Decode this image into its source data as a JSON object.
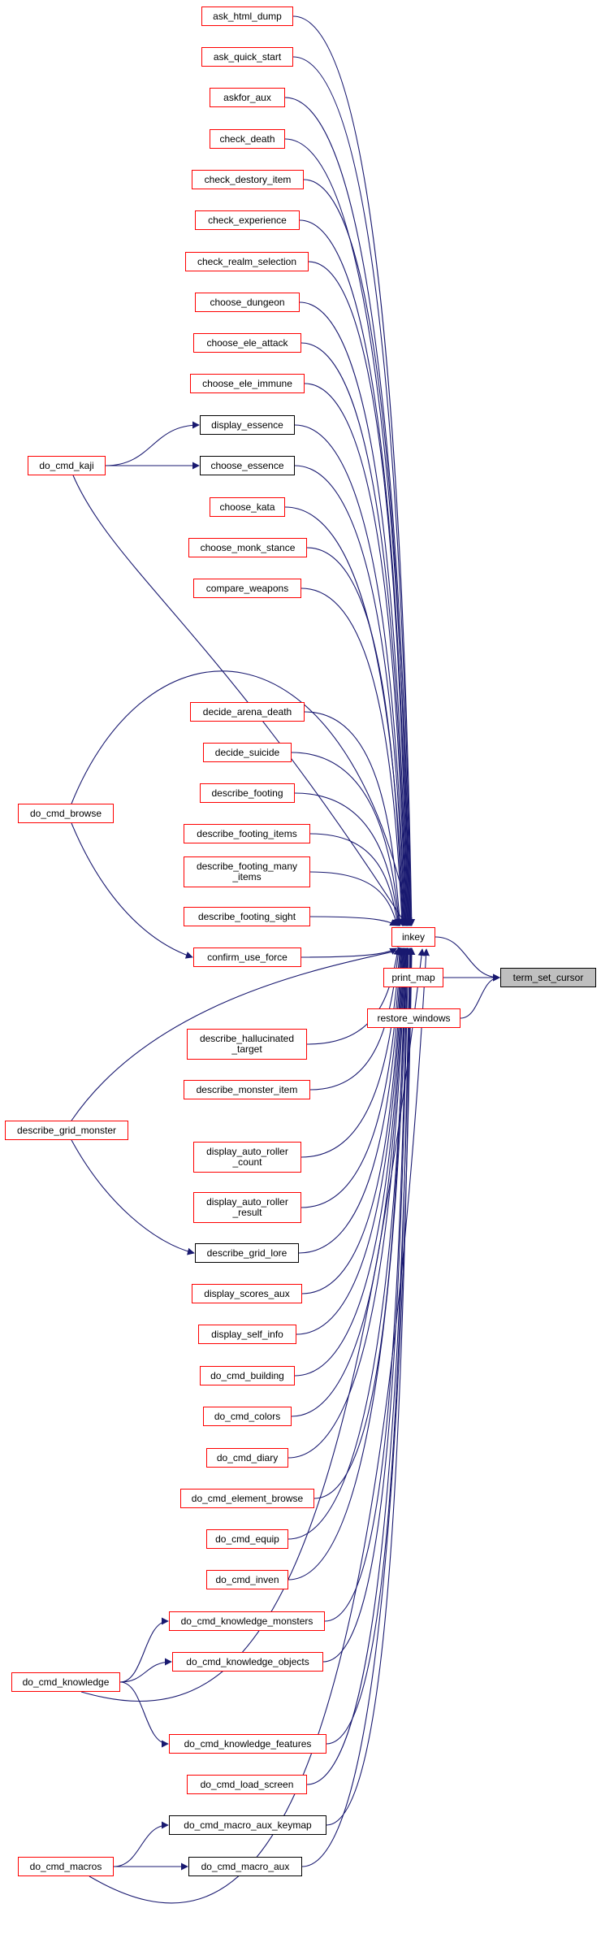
{
  "graph": {
    "edge_color": "#191970",
    "node_border_color": "#ff0000",
    "target_fill": "#bfbfbf",
    "target": "term_set_cursor",
    "direct_callers": [
      "inkey",
      "print_map",
      "restore_windows"
    ],
    "nodes": [
      {
        "id": "ask_html_dump",
        "label": "ask_html_dump",
        "style": "red"
      },
      {
        "id": "ask_quick_start",
        "label": "ask_quick_start",
        "style": "red"
      },
      {
        "id": "askfor_aux",
        "label": "askfor_aux",
        "style": "red"
      },
      {
        "id": "check_death",
        "label": "check_death",
        "style": "red"
      },
      {
        "id": "check_destory_item",
        "label": "check_destory_item",
        "style": "red"
      },
      {
        "id": "check_experience",
        "label": "check_experience",
        "style": "red"
      },
      {
        "id": "check_realm_selection",
        "label": "check_realm_selection",
        "style": "red"
      },
      {
        "id": "choose_dungeon",
        "label": "choose_dungeon",
        "style": "red"
      },
      {
        "id": "choose_ele_attack",
        "label": "choose_ele_attack",
        "style": "red"
      },
      {
        "id": "choose_ele_immune",
        "label": "choose_ele_immune",
        "style": "red"
      },
      {
        "id": "display_essence",
        "label": "display_essence",
        "style": "black"
      },
      {
        "id": "choose_essence",
        "label": "choose_essence",
        "style": "black"
      },
      {
        "id": "do_cmd_kaji",
        "label": "do_cmd_kaji",
        "style": "red"
      },
      {
        "id": "choose_kata",
        "label": "choose_kata",
        "style": "red"
      },
      {
        "id": "choose_monk_stance",
        "label": "choose_monk_stance",
        "style": "red"
      },
      {
        "id": "compare_weapons",
        "label": "compare_weapons",
        "style": "red"
      },
      {
        "id": "decide_arena_death",
        "label": "decide_arena_death",
        "style": "red"
      },
      {
        "id": "decide_suicide",
        "label": "decide_suicide",
        "style": "red"
      },
      {
        "id": "describe_footing",
        "label": "describe_footing",
        "style": "red"
      },
      {
        "id": "do_cmd_browse",
        "label": "do_cmd_browse",
        "style": "red"
      },
      {
        "id": "describe_footing_items",
        "label": "describe_footing_items",
        "style": "red"
      },
      {
        "id": "describe_footing_many_items",
        "label": "describe_footing_many\n_items",
        "style": "red"
      },
      {
        "id": "describe_footing_sight",
        "label": "describe_footing_sight",
        "style": "red"
      },
      {
        "id": "confirm_use_force",
        "label": "confirm_use_force",
        "style": "red"
      },
      {
        "id": "inkey",
        "label": "inkey",
        "style": "red"
      },
      {
        "id": "term_set_cursor",
        "label": "term_set_cursor",
        "style": "target"
      },
      {
        "id": "print_map",
        "label": "print_map",
        "style": "red"
      },
      {
        "id": "restore_windows",
        "label": "restore_windows",
        "style": "red"
      },
      {
        "id": "describe_hallucinated_target",
        "label": "describe_hallucinated\n_target",
        "style": "red"
      },
      {
        "id": "describe_monster_item",
        "label": "describe_monster_item",
        "style": "red"
      },
      {
        "id": "describe_grid_monster",
        "label": "describe_grid_monster",
        "style": "red"
      },
      {
        "id": "display_auto_roller_count",
        "label": "display_auto_roller\n_count",
        "style": "red"
      },
      {
        "id": "display_auto_roller_result",
        "label": "display_auto_roller\n_result",
        "style": "red"
      },
      {
        "id": "describe_grid_lore",
        "label": "describe_grid_lore",
        "style": "black"
      },
      {
        "id": "display_scores_aux",
        "label": "display_scores_aux",
        "style": "red"
      },
      {
        "id": "display_self_info",
        "label": "display_self_info",
        "style": "red"
      },
      {
        "id": "do_cmd_building",
        "label": "do_cmd_building",
        "style": "red"
      },
      {
        "id": "do_cmd_colors",
        "label": "do_cmd_colors",
        "style": "red"
      },
      {
        "id": "do_cmd_diary",
        "label": "do_cmd_diary",
        "style": "red"
      },
      {
        "id": "do_cmd_element_browse",
        "label": "do_cmd_element_browse",
        "style": "red"
      },
      {
        "id": "do_cmd_equip",
        "label": "do_cmd_equip",
        "style": "red"
      },
      {
        "id": "do_cmd_inven",
        "label": "do_cmd_inven",
        "style": "red"
      },
      {
        "id": "do_cmd_knowledge_monsters",
        "label": "do_cmd_knowledge_monsters",
        "style": "red"
      },
      {
        "id": "do_cmd_knowledge_objects",
        "label": "do_cmd_knowledge_objects",
        "style": "red"
      },
      {
        "id": "do_cmd_knowledge",
        "label": "do_cmd_knowledge",
        "style": "red"
      },
      {
        "id": "do_cmd_knowledge_features",
        "label": "do_cmd_knowledge_features",
        "style": "red"
      },
      {
        "id": "do_cmd_load_screen",
        "label": "do_cmd_load_screen",
        "style": "red"
      },
      {
        "id": "do_cmd_macro_aux_keymap",
        "label": "do_cmd_macro_aux_keymap",
        "style": "black"
      },
      {
        "id": "do_cmd_macros",
        "label": "do_cmd_macros",
        "style": "red"
      },
      {
        "id": "do_cmd_macro_aux",
        "label": "do_cmd_macro_aux",
        "style": "black"
      }
    ],
    "edges": [
      [
        "inkey",
        "term_set_cursor"
      ],
      [
        "print_map",
        "term_set_cursor"
      ],
      [
        "restore_windows",
        "term_set_cursor"
      ],
      [
        "ask_html_dump",
        "inkey"
      ],
      [
        "ask_quick_start",
        "inkey"
      ],
      [
        "askfor_aux",
        "inkey"
      ],
      [
        "check_death",
        "inkey"
      ],
      [
        "check_destory_item",
        "inkey"
      ],
      [
        "check_experience",
        "inkey"
      ],
      [
        "check_realm_selection",
        "inkey"
      ],
      [
        "choose_dungeon",
        "inkey"
      ],
      [
        "choose_ele_attack",
        "inkey"
      ],
      [
        "choose_ele_immune",
        "inkey"
      ],
      [
        "display_essence",
        "inkey"
      ],
      [
        "choose_essence",
        "inkey"
      ],
      [
        "do_cmd_kaji",
        "display_essence"
      ],
      [
        "do_cmd_kaji",
        "choose_essence"
      ],
      [
        "do_cmd_kaji",
        "inkey"
      ],
      [
        "choose_kata",
        "inkey"
      ],
      [
        "choose_monk_stance",
        "inkey"
      ],
      [
        "compare_weapons",
        "inkey"
      ],
      [
        "do_cmd_browse",
        "inkey"
      ],
      [
        "do_cmd_browse",
        "confirm_use_force"
      ],
      [
        "decide_arena_death",
        "inkey"
      ],
      [
        "decide_suicide",
        "inkey"
      ],
      [
        "describe_footing",
        "inkey"
      ],
      [
        "describe_footing_items",
        "inkey"
      ],
      [
        "describe_footing_many_items",
        "inkey"
      ],
      [
        "describe_footing_sight",
        "inkey"
      ],
      [
        "confirm_use_force",
        "inkey"
      ],
      [
        "describe_grid_monster",
        "inkey"
      ],
      [
        "describe_grid_monster",
        "describe_grid_lore"
      ],
      [
        "describe_hallucinated_target",
        "inkey"
      ],
      [
        "describe_monster_item",
        "inkey"
      ],
      [
        "display_auto_roller_count",
        "inkey"
      ],
      [
        "display_auto_roller_result",
        "inkey"
      ],
      [
        "describe_grid_lore",
        "inkey"
      ],
      [
        "display_scores_aux",
        "inkey"
      ],
      [
        "display_self_info",
        "inkey"
      ],
      [
        "do_cmd_building",
        "inkey"
      ],
      [
        "do_cmd_colors",
        "inkey"
      ],
      [
        "do_cmd_diary",
        "inkey"
      ],
      [
        "do_cmd_element_browse",
        "inkey"
      ],
      [
        "do_cmd_equip",
        "inkey"
      ],
      [
        "do_cmd_inven",
        "inkey"
      ],
      [
        "do_cmd_knowledge_monsters",
        "inkey"
      ],
      [
        "do_cmd_knowledge_objects",
        "inkey"
      ],
      [
        "do_cmd_knowledge",
        "do_cmd_knowledge_monsters"
      ],
      [
        "do_cmd_knowledge",
        "do_cmd_knowledge_objects"
      ],
      [
        "do_cmd_knowledge",
        "do_cmd_knowledge_features"
      ],
      [
        "do_cmd_knowledge",
        "inkey"
      ],
      [
        "do_cmd_knowledge_features",
        "inkey"
      ],
      [
        "do_cmd_load_screen",
        "inkey"
      ],
      [
        "do_cmd_macro_aux_keymap",
        "inkey"
      ],
      [
        "do_cmd_macro_aux",
        "inkey"
      ],
      [
        "do_cmd_macros",
        "do_cmd_macro_aux_keymap"
      ],
      [
        "do_cmd_macros",
        "do_cmd_macro_aux"
      ],
      [
        "do_cmd_macros",
        "inkey"
      ]
    ]
  }
}
